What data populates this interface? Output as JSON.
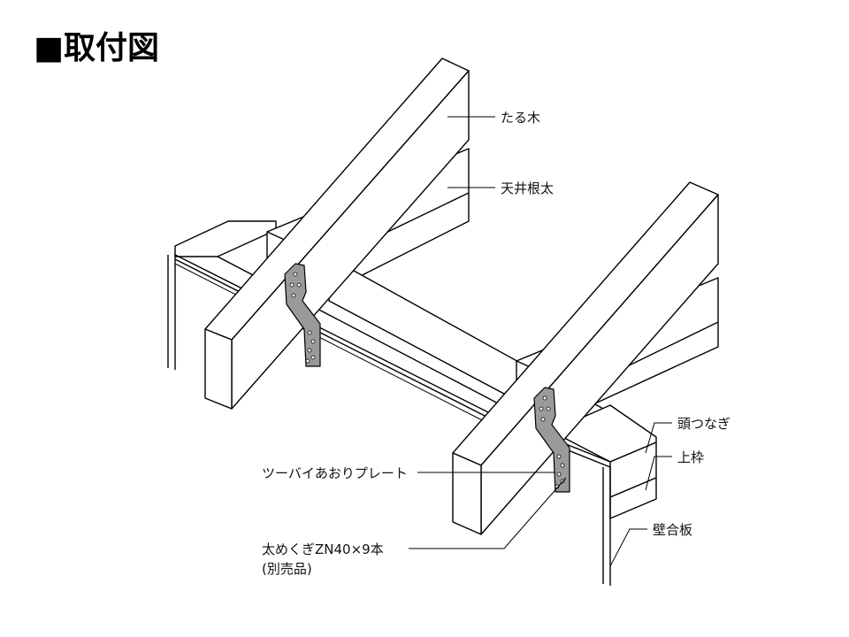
{
  "title": "■取付図",
  "labels": {
    "rafter": "たる木",
    "ceiling_joist": "天井根太",
    "head_tie": "頭つなぎ",
    "top_plate": "上枠",
    "plate_name": "ツーバイあおりプレート",
    "nail_spec": "太めくぎZN40×9本",
    "nail_note": "(別売品)",
    "wall_board": "壁合板"
  },
  "colors": {
    "plate_fill": "#9a9a9a",
    "stroke": "#000000",
    "background": "#ffffff"
  }
}
